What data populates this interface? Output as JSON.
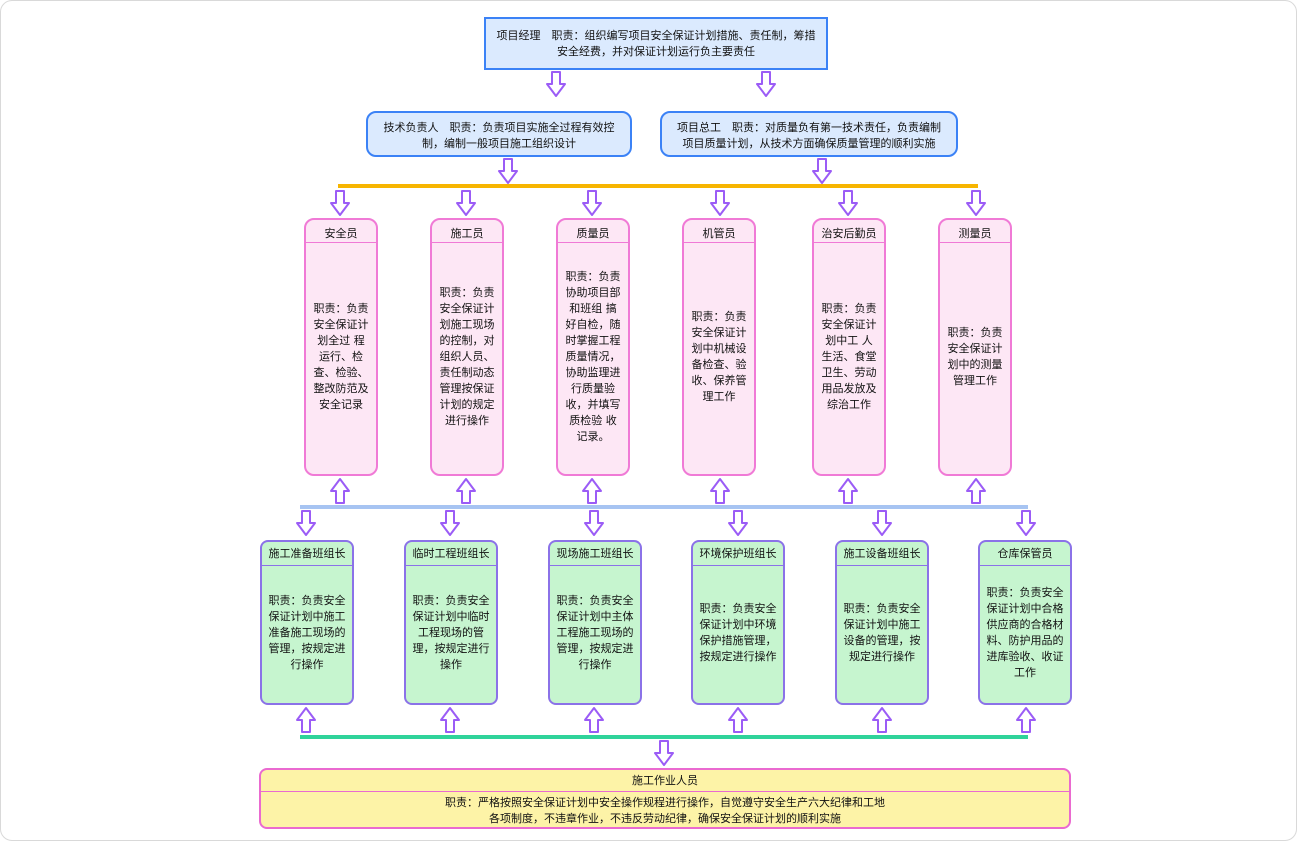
{
  "manager": {
    "text": "项目经理　职责：组织编写项目安全保证计划措施、责任制，筹措安全经费，并对保证计划运行负主要责任"
  },
  "technical_lead": {
    "text": "技术负责人　职责：负责项目实施全过程有效控制，编制一般项目施工组织设计"
  },
  "chief_engineer": {
    "text": "项目总工　职责：对质量负有第一技术责任，负责编制项目质量计划，从技术方面确保质量管理的顺利实施"
  },
  "roles": [
    {
      "title": "安全员",
      "duty": "职责：负责安全保证计划全过 程运行、检查、检验、整改防范及安全记录"
    },
    {
      "title": "施工员",
      "duty": "职责：负责安全保证计划施工现场的控制，对组织人员、责任制动态管理按保证计划的规定进行操作"
    },
    {
      "title": "质量员",
      "duty": "职责：负责协助项目部和班组 搞好自检，随时掌握工程质量情况，协助监理进行质量验收，并填写质检验 收记录。"
    },
    {
      "title": "机管员",
      "duty": "职责：负责安全保证计划中机械设备检查、验收、保养管理工作"
    },
    {
      "title": "治安后勤员",
      "duty": "职责：负责安全保证计划中工 人生活、食堂卫生、劳动用品发放及综治工作"
    },
    {
      "title": "测量员",
      "duty": "职责：负责安全保证计划中的测量管理工作"
    }
  ],
  "teams": [
    {
      "title": "施工准备班组长",
      "duty": "职责：负责安全保证计划中施工准备施工现场的管理，按规定进行操作"
    },
    {
      "title": "临时工程班组长",
      "duty": "职责：负责安全保证计划中临时工程现场的管理，按规定进行操作"
    },
    {
      "title": "现场施工班组长",
      "duty": "职责：负责安全保证计划中主体工程施工现场的管理，按规定进行操作"
    },
    {
      "title": "环境保护班组长",
      "duty": "职责：负责安全保证计划中环境保护措施管理，按规定进行操作"
    },
    {
      "title": "施工设备班组长",
      "duty": "职责：负责安全保证计划中施工设备的管理，按规定进行操作"
    },
    {
      "title": "仓库保管员",
      "duty": "职责：负责安全保证计划中合格供应商的合格材料、防护用品的进库验收、收证工作"
    }
  ],
  "workers": {
    "title": "施工作业人员",
    "duty": "职责：严格按照安全保证计划中安全操作规程进行操作，自觉遵守安全生产六大纪律和工地各项制度，不违章作业，不违反劳动纪律，确保安全保证计划的顺利实施"
  },
  "colors": {
    "arrow": "#9b5cf6",
    "bar_top": "#f7b500",
    "bar_mid": "#a7c4f2",
    "bar_bottom": "#2fd39a"
  }
}
